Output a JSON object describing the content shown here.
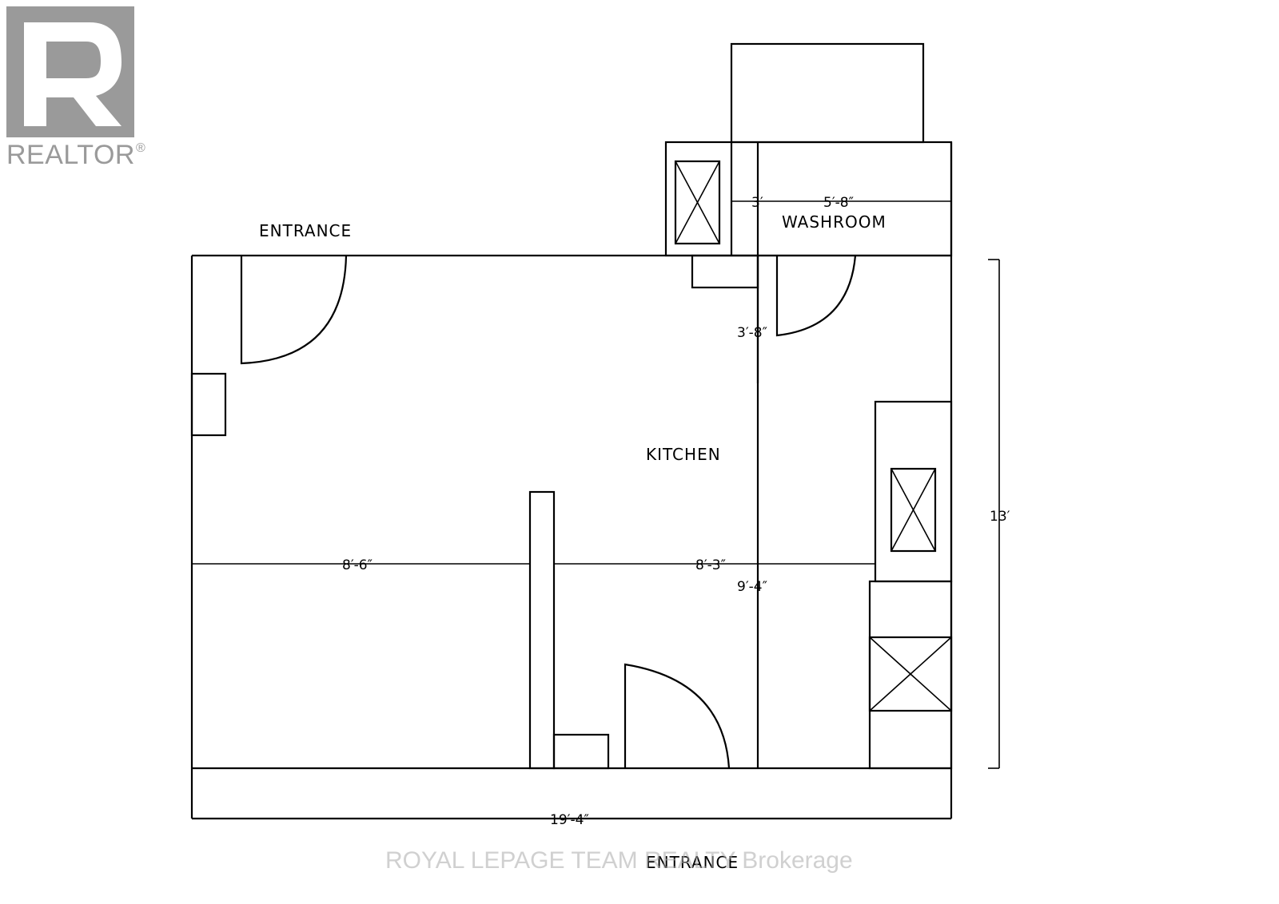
{
  "logo": {
    "text": "REALTOR",
    "mark": "®",
    "color": "#9a9a9a"
  },
  "labels": {
    "entrance_top": "ENTRANCE",
    "entrance_bottom": "ENTRANCE",
    "washroom": "WASHROOM",
    "kitchen": "KITCHEN"
  },
  "dimensions": {
    "washroom_left": "3′",
    "washroom_width": "5′-8″",
    "washroom_door": "3′-8″",
    "left_room_width": "8′-6″",
    "kitchen_width": "8′-3″",
    "kitchen_depth": "9′-4″",
    "overall_height": "13′",
    "overall_width": "19′-4″"
  },
  "watermark": "ROYAL LEPAGE TEAM REALTY Brokerage"
}
